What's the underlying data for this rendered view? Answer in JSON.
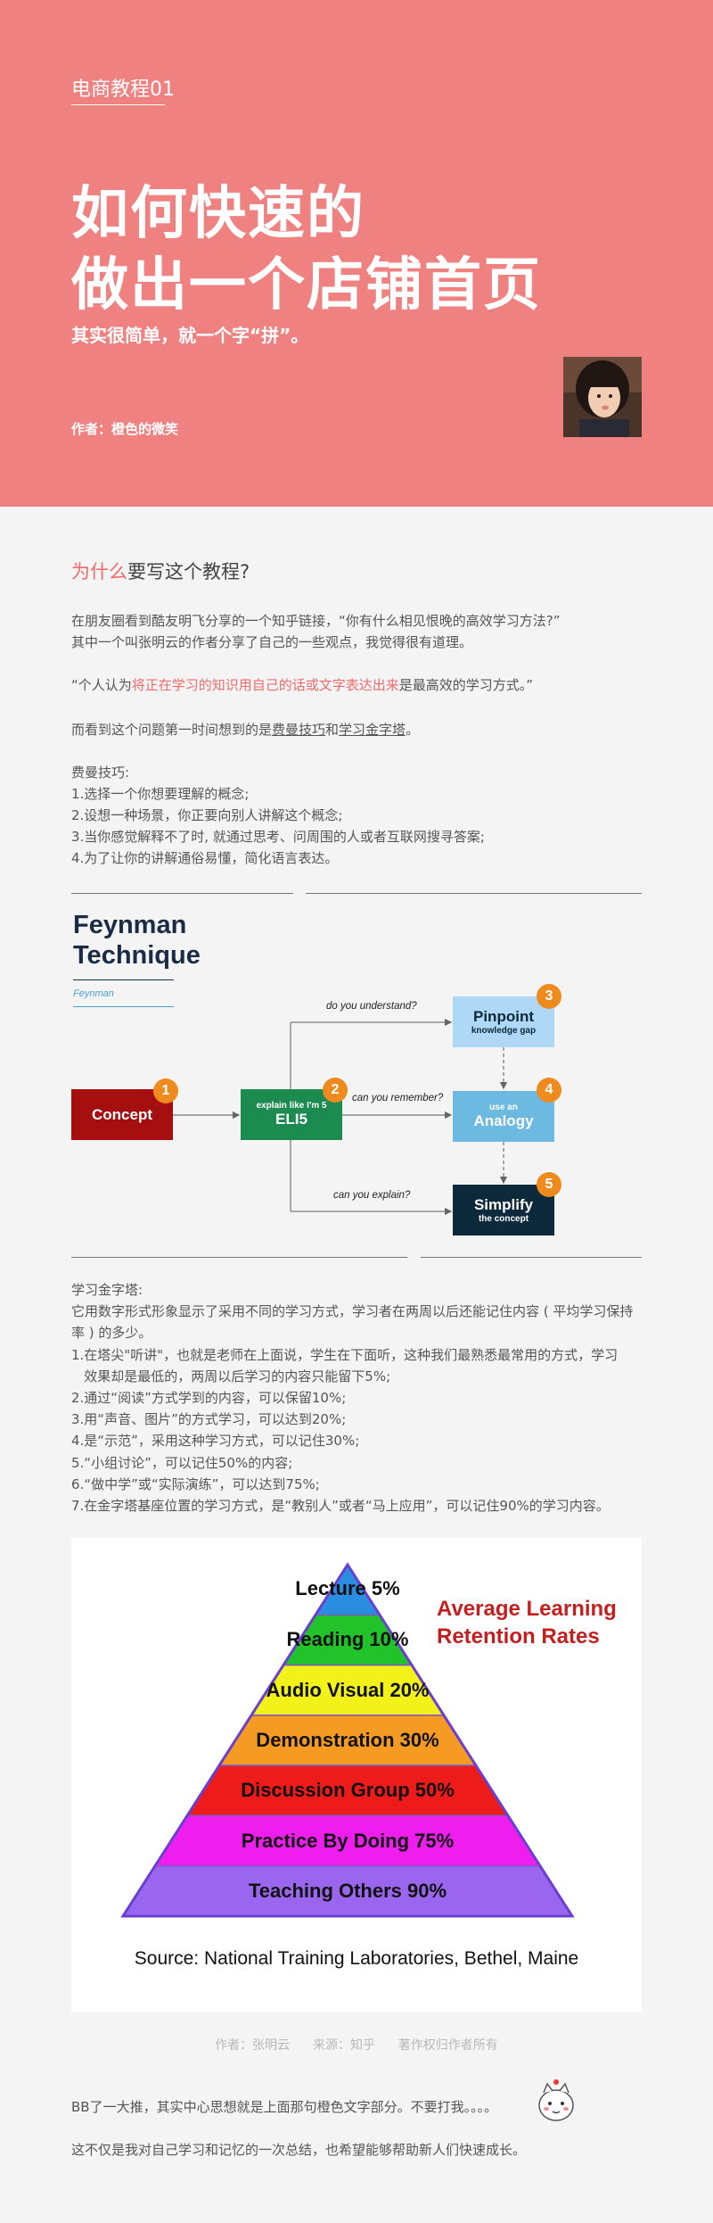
{
  "hero": {
    "series": "电商教程01",
    "title_line1": "如何快速的",
    "title_line2": "做出一个店铺首页",
    "subtitle": "其实很简单，就一个字“拼”。",
    "author": "作者：橙色的微笑"
  },
  "why": {
    "heading_accent": "为什么",
    "heading_rest": "要写这个教程?",
    "p1_line1": "在朋友圈看到酷友明飞分享的一个知乎链接，“你有什么相见恨晚的高效学习方法?”",
    "p1_line2": "其中一个叫张明云的作者分享了自己的一些观点，我觉得很有道理。",
    "quote_pre": "“个人认为",
    "quote_red": "将正在学习的知识用自己的话或文字表达出来",
    "quote_post": "是最高效的学习方式。”",
    "p3_pre": "而看到这个问题第一时间想到的是",
    "p3_link1": "费曼技巧",
    "p3_mid": "和",
    "p3_link2": "学习金字塔",
    "p3_post": "。",
    "feynman_heading": "费曼技巧:",
    "feynman_steps": [
      "1.选择一个你想要理解的概念;",
      "2.设想一种场景，你正要向别人讲解这个概念;",
      "3.当你感觉解释不了时, 就通过思考、问周围的人或者互联网搜寻答案;",
      "4.为了让你的讲解通俗易懂，简化语言表达。"
    ]
  },
  "feynman_diagram": {
    "title_line1": "Feynman",
    "title_line2": "Technique",
    "small_label": "Feynman",
    "concept": "Concept",
    "eli5_small": "explain like I'm 5",
    "eli5_big": "ELI5",
    "pinpoint_big": "Pinpoint",
    "pinpoint_small": "knowledge gap",
    "analogy_small": "use an",
    "analogy_big": "Analogy",
    "simplify_big": "Simplify",
    "simplify_small": "the concept",
    "label_understand": "do you understand?",
    "label_remember": "can you remember?",
    "label_explain": "can you explain?",
    "badges": [
      "1",
      "2",
      "3",
      "4",
      "5"
    ],
    "colors": {
      "concept": "#a50f0f",
      "eli5": "#1c8b50",
      "pinpoint": "#aed8f6",
      "analogy": "#6cb9e2",
      "simplify": "#0d2a3d",
      "badge": "#ef8a1f"
    }
  },
  "pyramid_text": {
    "heading": "学习金字塔:",
    "intro_line1": "它用数字形式形象显示了采用不同的学习方式，学习者在两周以后还能记住内容 ( 平均学习保持",
    "intro_line2": "率 ) 的多少。",
    "items": [
      "1.在塔尖\"听讲\"，也就是老师在上面说，学生在下面听，这种我们最熟悉最常用的方式，学习",
      "   效果却是最低的，两周以后学习的内容只能留下5%;",
      "2.通过“阅读”方式学到的内容，可以保留10%;",
      "3.用“声音、图片”的方式学习，可以达到20%;",
      "4.是“示范”，采用这种学习方式，可以记住30%;",
      "5.“小组讨论”，可以记住50%的内容;",
      "6.“做中学”或“实际演练”，可以达到75%;",
      "7.在金字塔基座位置的学习方式，是“教别人”或者“马上应用”，可以记住90%的学习内容。"
    ]
  },
  "pyramid": {
    "side_line1": "Average Learning",
    "side_line2": "Retention Rates",
    "source": "Source: National Training Laboratories, Bethel, Maine",
    "levels": [
      {
        "label": "Lecture 5%",
        "value": 5,
        "color": "#2b8de0"
      },
      {
        "label": "Reading 10%",
        "value": 10,
        "color": "#22c22a"
      },
      {
        "label": "Audio Visual 20%",
        "value": 20,
        "color": "#f2f21a"
      },
      {
        "label": "Demonstration 30%",
        "value": 30,
        "color": "#f59a23"
      },
      {
        "label": "Discussion Group 50%",
        "value": 50,
        "color": "#ee1b1b"
      },
      {
        "label": "Practice By Doing 75%",
        "value": 75,
        "color": "#ee1fee"
      },
      {
        "label": "Teaching Others 90%",
        "value": 90,
        "color": "#9a66ef"
      }
    ]
  },
  "footer": {
    "credit": "作者：张明云    来源：知乎    著作权归作者所有",
    "note1": "BB了一大推，其实中心思想就是上面那句橙色文字部分。不要打我。。。。",
    "note2": "这不仅是我对自己学习和记忆的一次总结，也希望能够帮助新人们快速成长。"
  }
}
